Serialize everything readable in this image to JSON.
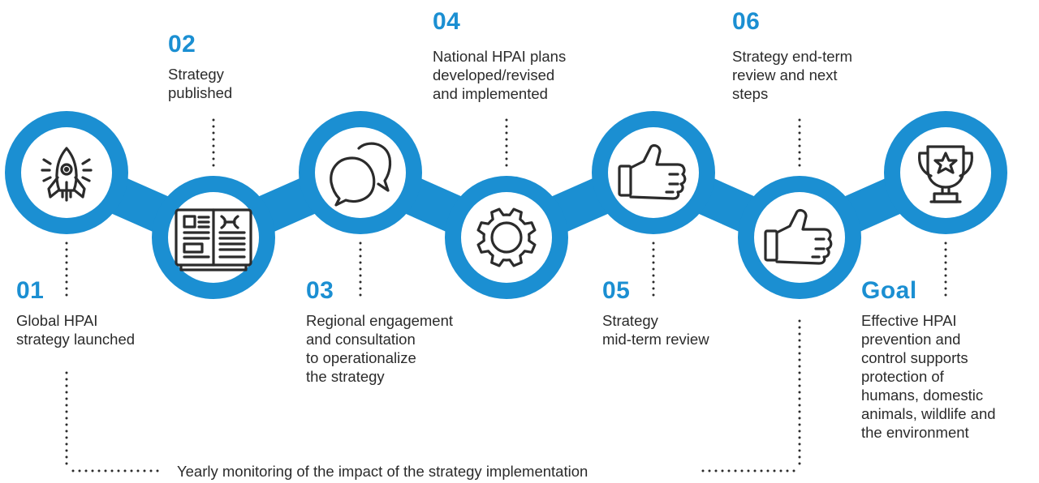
{
  "colors": {
    "accent": "#1b8fd2",
    "ring": "#1b8fd2",
    "icon": "#2b2b2b",
    "text": "#2b2b2b"
  },
  "milestones": [
    {
      "number": "01",
      "text": "Global HPAI\nstrategy launched",
      "icon": "rocket-icon"
    },
    {
      "number": "02",
      "text": "Strategy\npublished",
      "icon": "open-book-icon"
    },
    {
      "number": "03",
      "text": "Regional engagement\nand consultation\nto operationalize\nthe strategy",
      "icon": "speech-bubbles-icon"
    },
    {
      "number": "04",
      "text": "National HPAI plans\ndeveloped/revised\nand implemented",
      "icon": "gear-icon"
    },
    {
      "number": "05",
      "text": "Strategy\nmid-term review",
      "icon": "thumbs-up-icon"
    },
    {
      "number": "06",
      "text": "Strategy end-term\nreview and next\nsteps",
      "icon": "thumbs-up-icon"
    },
    {
      "number": "Goal",
      "text": "Effective HPAI\nprevention and\ncontrol supports\nprotection of\nhumans, domestic\nanimals, wildlife and\nthe environment",
      "icon": "trophy-icon"
    }
  ],
  "monitoring": {
    "text": "Yearly monitoring of the impact of the strategy implementation"
  }
}
